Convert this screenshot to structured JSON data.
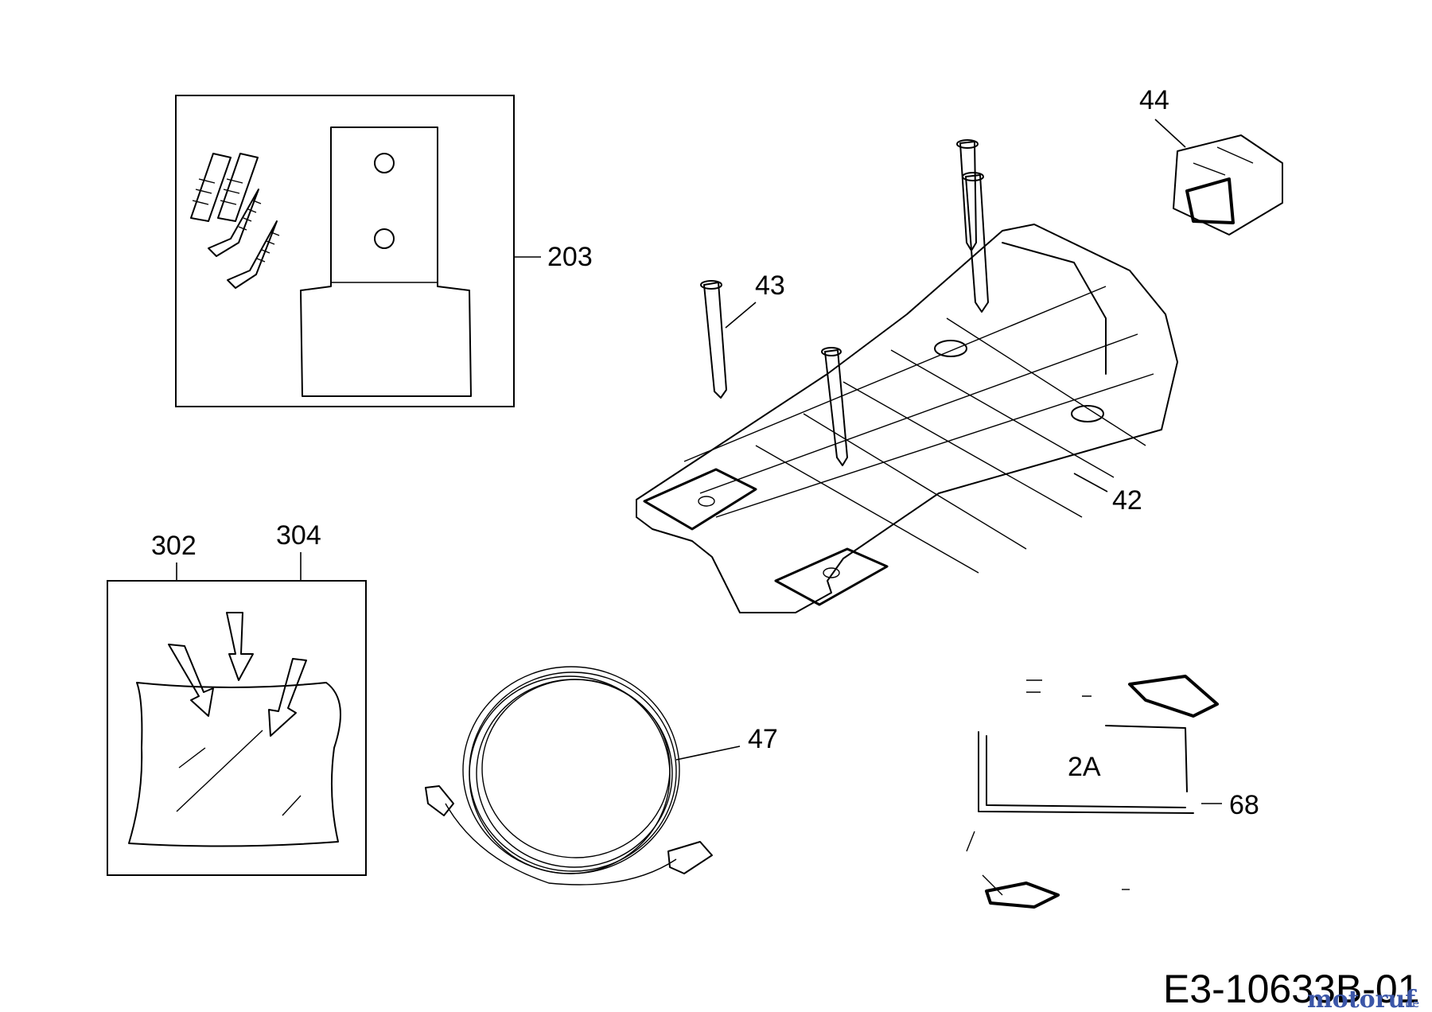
{
  "callouts": {
    "c203": "203",
    "c44": "44",
    "c43": "43",
    "c42": "42",
    "c302": "302",
    "c304": "304",
    "c47": "47",
    "c2a": "2A",
    "c68": "68"
  },
  "document_number": "E3-10633B-01",
  "watermark": {
    "brand": "motoruf",
    "tld": ".de"
  }
}
